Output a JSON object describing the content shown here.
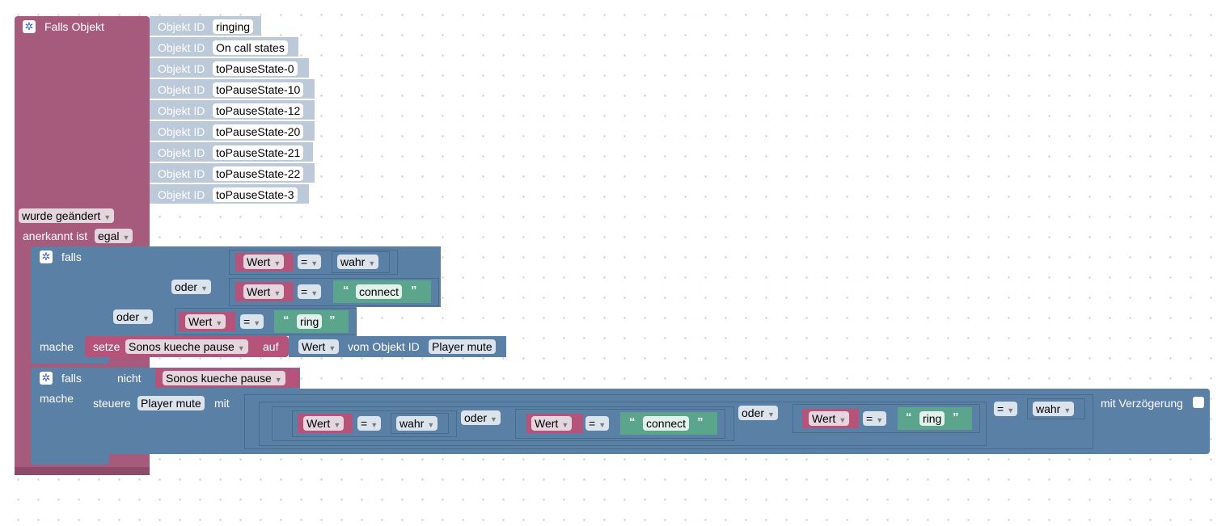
{
  "trigger": {
    "title": "Falls Objekt",
    "object_label": "Objekt ID",
    "objects": [
      "ringing",
      "On call states",
      "toPauseState-0",
      "toPauseState-10",
      "toPauseState-12",
      "toPauseState-20",
      "toPauseState-21",
      "toPauseState-22",
      "toPauseState-3"
    ],
    "changed_label": "wurde geändert",
    "ack_label": "anerkannt ist",
    "ack_value": "egal"
  },
  "if1": {
    "falls": "falls",
    "mache": "mache",
    "oder": "oder",
    "cond1": {
      "left": "Wert",
      "op": "=",
      "right": "wahr"
    },
    "cond2": {
      "left": "Wert",
      "op": "=",
      "right": "connect"
    },
    "cond3": {
      "left": "Wert",
      "op": "=",
      "right": "ring"
    },
    "set": {
      "label": "setze",
      "var": "Sonos kueche pause",
      "auf": "auf",
      "wert": "Wert",
      "vom": "vom Objekt ID",
      "obj": "Player mute"
    }
  },
  "if2": {
    "falls": "falls",
    "nicht": "nicht",
    "var": "Sonos kueche pause",
    "mache": "mache",
    "steuere": "steuere",
    "obj": "Player mute",
    "mit": "mit",
    "oder": "oder",
    "c1": {
      "left": "Wert",
      "op": "=",
      "right": "wahr"
    },
    "c2": {
      "left": "Wert",
      "op": "=",
      "right": "connect"
    },
    "c3": {
      "left": "Wert",
      "op": "=",
      "right": "ring"
    },
    "eq": "=",
    "eq_right": "wahr",
    "delay": "mit Verzögerung"
  },
  "colors": {
    "event": "#a65b7d",
    "control": "#5b80a5",
    "value": "#b5537a",
    "string": "#5ba58c"
  }
}
